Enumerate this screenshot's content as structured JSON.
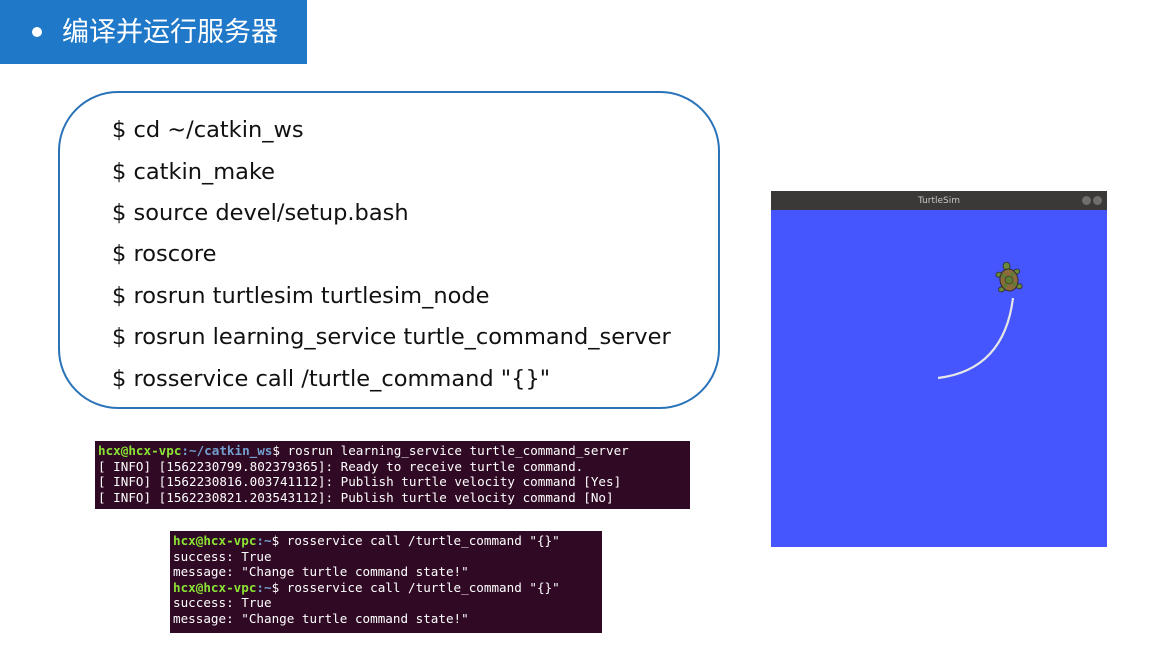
{
  "title": {
    "text": "编译并运行服务器"
  },
  "commands": [
    "$ cd ~/catkin_ws",
    "$ catkin_make",
    "$ source devel/setup.bash",
    "$ roscore",
    "$ rosrun turtlesim turtlesim_node",
    "$ rosrun learning_service turtle_command_server",
    "$ rosservice call /turtle_command \"{}\""
  ],
  "terminal_server": {
    "prompt_user": "hcx@hcx-vpc",
    "prompt_path": ":~/catkin_ws",
    "command": "$ rosrun learning_service turtle_command_server",
    "output": [
      "[ INFO] [1562230799.802379365]: Ready to receive turtle command.",
      "[ INFO] [1562230816.003741112]: Publish turtle velocity command [Yes]",
      "[ INFO] [1562230821.203543112]: Publish turtle velocity command [No]"
    ]
  },
  "terminal_client": {
    "prompt_user": "hcx@hcx-vpc",
    "prompt_path": ":~",
    "command": "$ rosservice call /turtle_command \"{}\"",
    "response_1": [
      "success: True",
      "message: \"Change turtle command state!\""
    ],
    "response_2": [
      "success: True",
      "message: \"Change turtle command state!\""
    ]
  },
  "turtlesim": {
    "window_title": "TurtleSim",
    "background_color": "#4556ff",
    "path_color": "#e6e6e6",
    "icons": [
      "turtle-icon",
      "window-close-icon",
      "window-minimize-icon"
    ]
  }
}
